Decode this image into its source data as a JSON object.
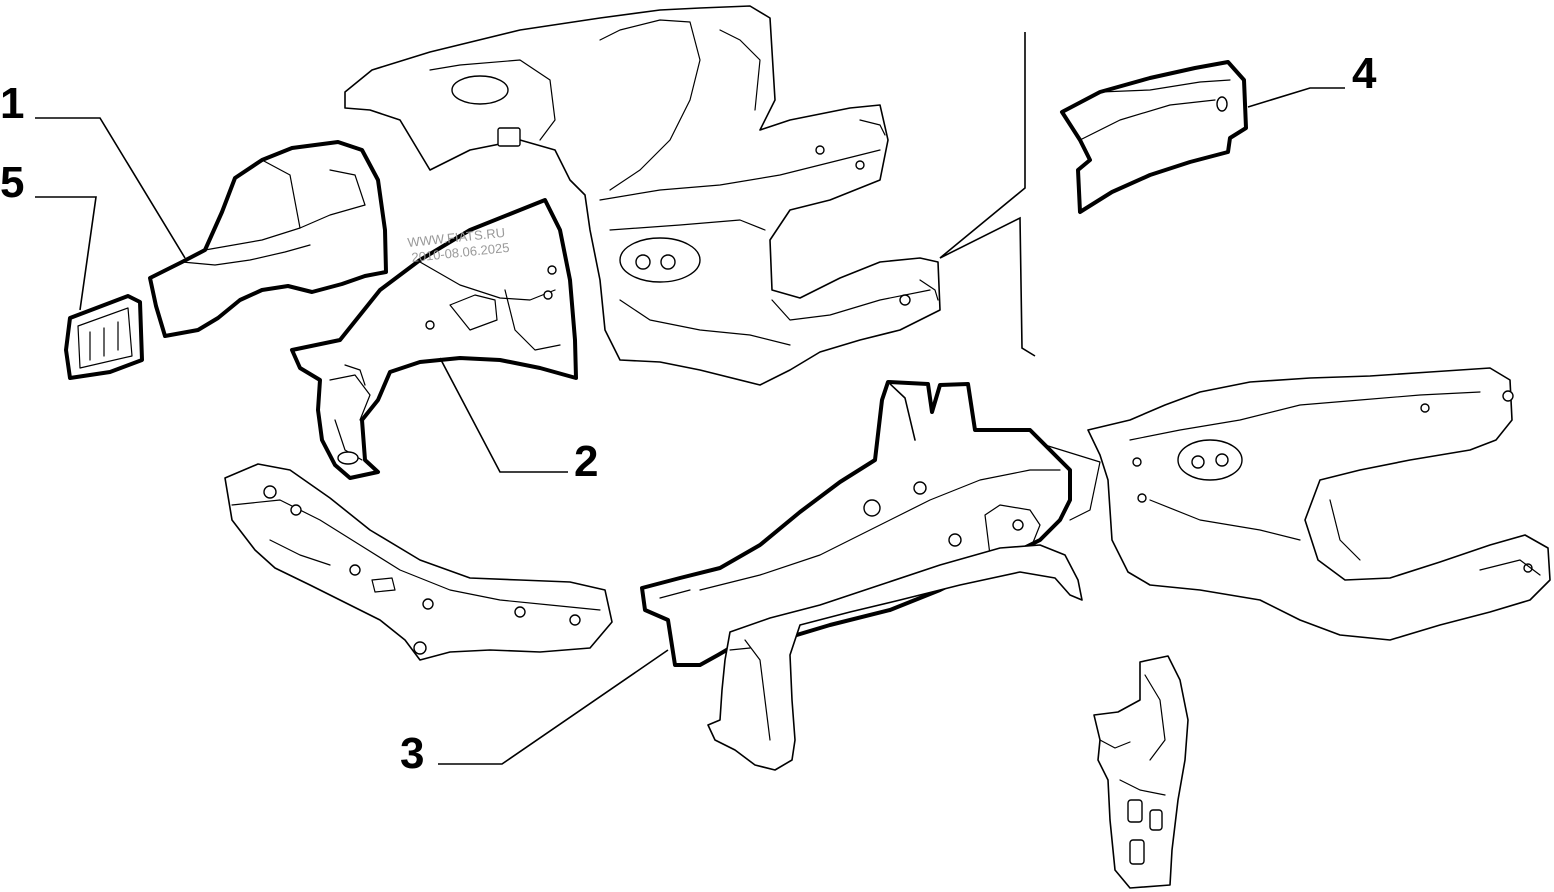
{
  "diagram": {
    "callouts": [
      {
        "id": "1",
        "label": "1"
      },
      {
        "id": "2",
        "label": "2"
      },
      {
        "id": "3",
        "label": "3"
      },
      {
        "id": "4",
        "label": "4"
      },
      {
        "id": "5",
        "label": "5"
      }
    ],
    "watermark": {
      "line1": "WWW.FIATS.RU",
      "line2": "2010-08.06.2025"
    },
    "colors": {
      "line": "#000000",
      "background": "#ffffff",
      "watermark": "#9a9a9a"
    }
  }
}
